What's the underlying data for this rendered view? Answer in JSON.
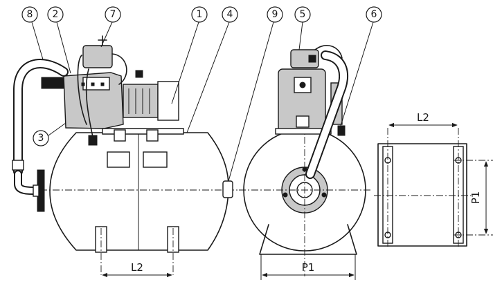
{
  "callouts": [
    "8",
    "2",
    "7",
    "1",
    "4",
    "9",
    "5",
    "6",
    "3"
  ],
  "dimensions": {
    "side_view_width": "L2",
    "front_view_width": "P1",
    "footprint_width": "L2",
    "footprint_depth": "P1"
  },
  "colors": {
    "line": "#1a1a1a",
    "fill": "#c8c8c8",
    "background": "#ffffff"
  }
}
